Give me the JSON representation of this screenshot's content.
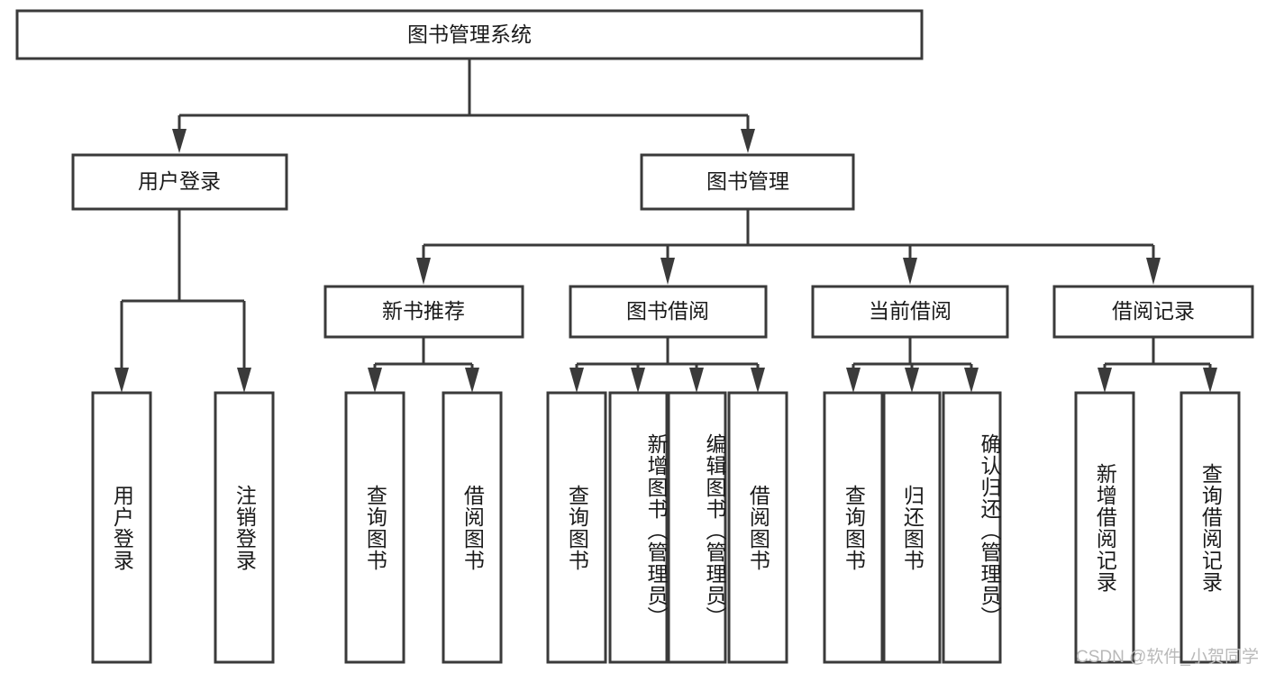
{
  "diagram": {
    "title": "图书管理系统",
    "type": "tree",
    "watermark": "CSDN @软件_小贺同学",
    "colors": {
      "box_fill": "#ffffff",
      "box_stroke": "#3a3a3a",
      "text": "#1a1a1a",
      "watermark": "#b9b9b9",
      "background": "#ffffff"
    },
    "root": {
      "label": "图书管理系统"
    },
    "level2": [
      {
        "label": "用户登录"
      },
      {
        "label": "图书管理"
      }
    ],
    "level3": [
      {
        "label": "新书推荐"
      },
      {
        "label": "图书借阅"
      },
      {
        "label": "当前借阅"
      },
      {
        "label": "借阅记录"
      }
    ],
    "leaves": {
      "user_login": [
        {
          "label": "用户登录"
        },
        {
          "label": "注销登录"
        }
      ],
      "new_book_recommend": [
        {
          "label": "查询图书"
        },
        {
          "label": "借阅图书"
        }
      ],
      "book_borrow": [
        {
          "label": "查询图书"
        },
        {
          "label": "新增图书（管理员）"
        },
        {
          "label": "编辑图书（管理员）"
        },
        {
          "label": "借阅图书"
        }
      ],
      "current_borrow": [
        {
          "label": "查询图书"
        },
        {
          "label": "归还图书"
        },
        {
          "label": "确认归还（管理员）"
        }
      ],
      "borrow_record": [
        {
          "label": "新增借阅记录"
        },
        {
          "label": "查询借阅记录"
        }
      ]
    }
  }
}
